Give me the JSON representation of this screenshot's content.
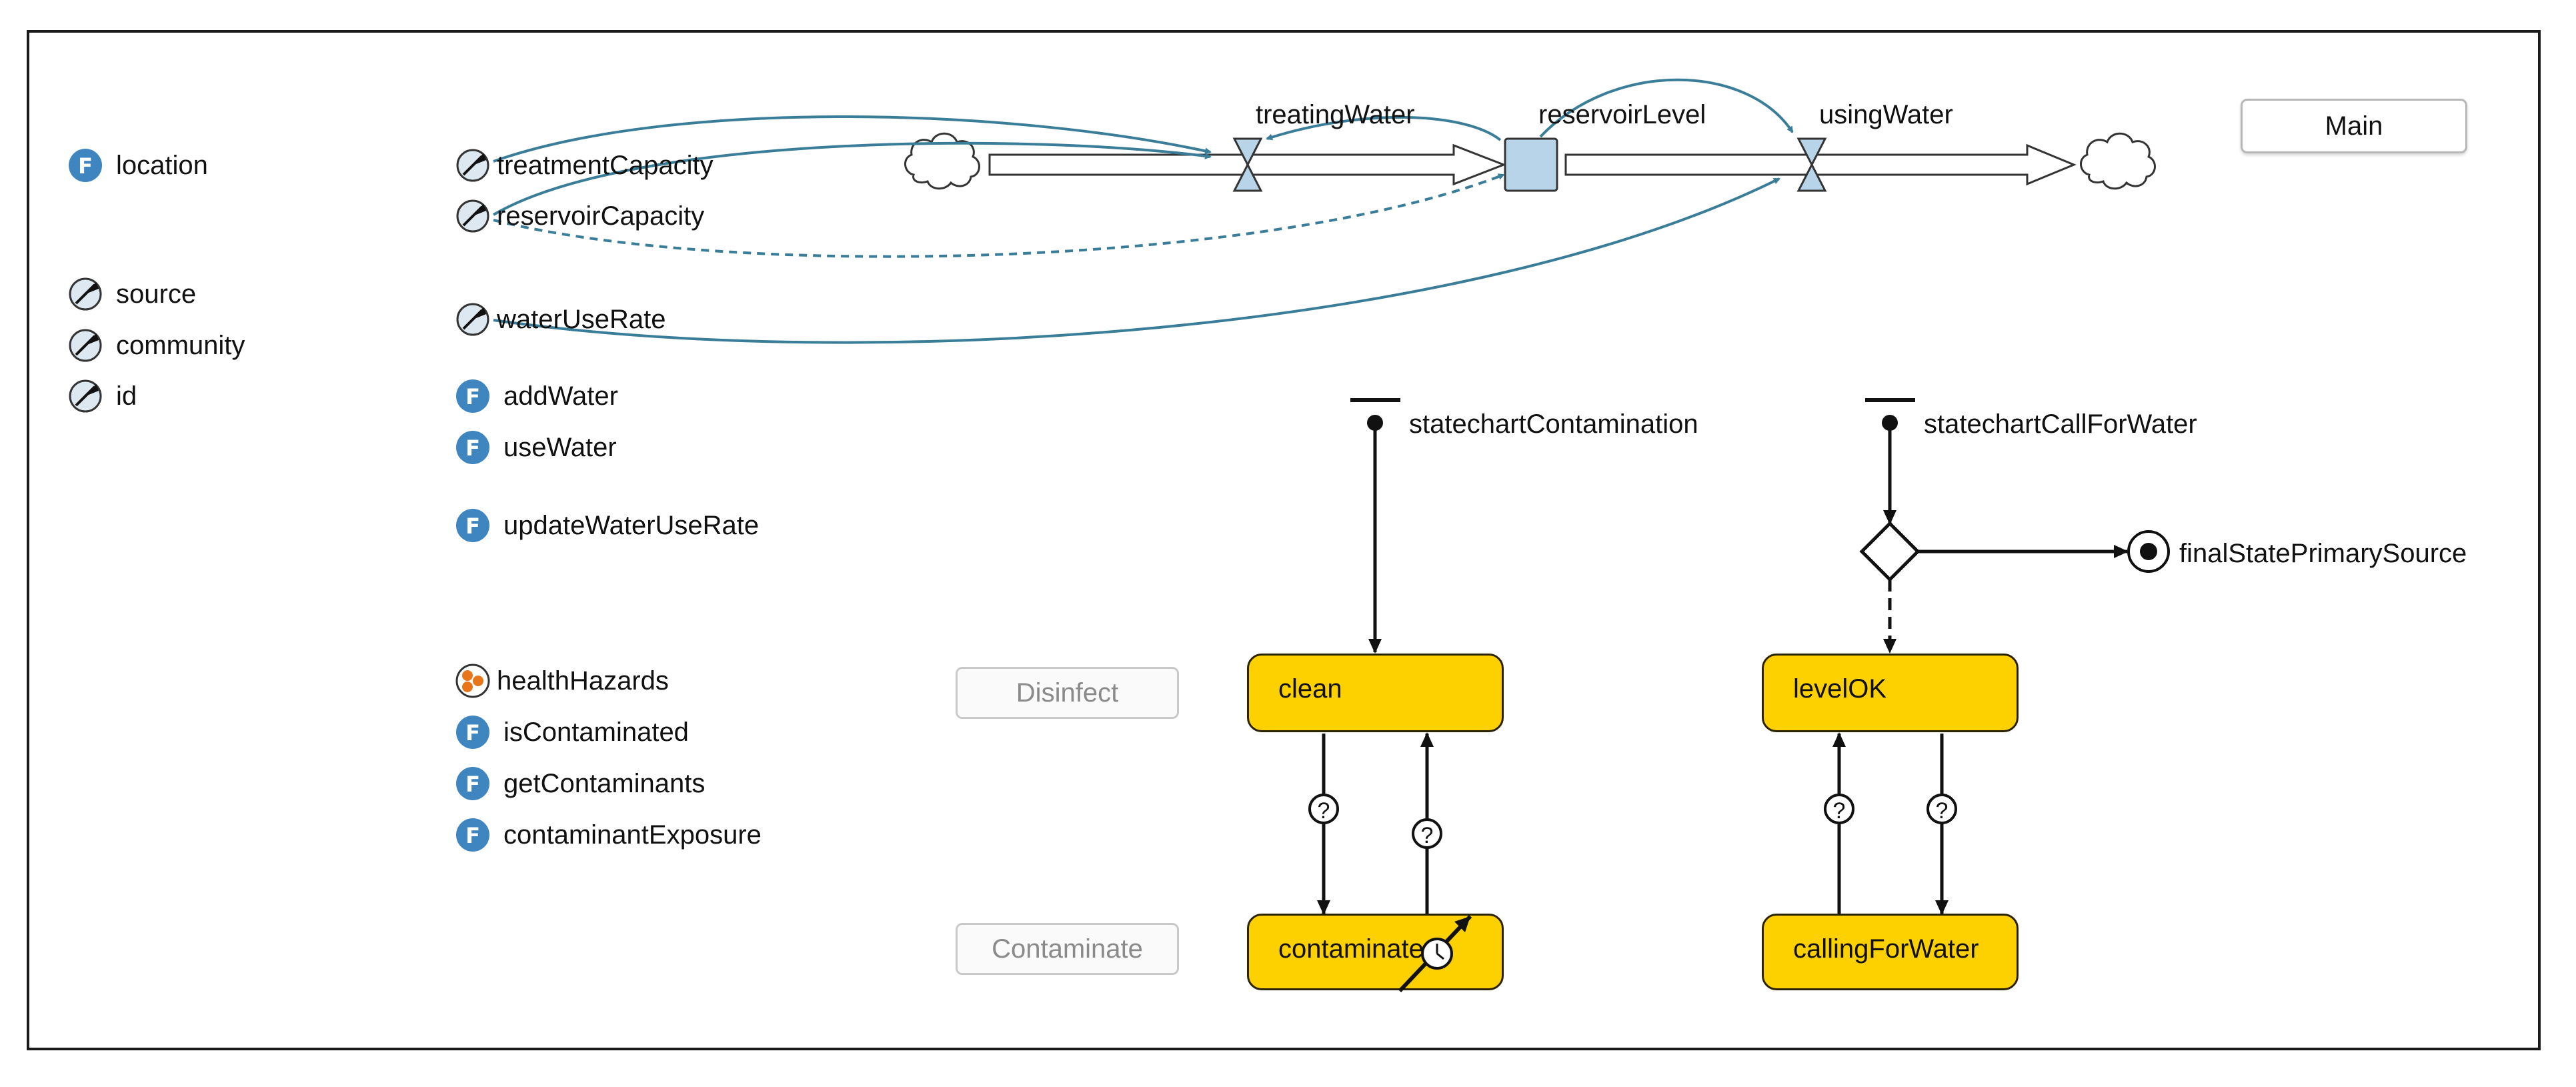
{
  "agent_items": {
    "location": "location",
    "source": "source",
    "community": "community",
    "id": "id",
    "treatmentCapacity": "treatmentCapacity",
    "reservoirCapacity": "reservoirCapacity",
    "waterUseRate": "waterUseRate",
    "addWater": "addWater",
    "useWater": "useWater",
    "updateWaterUseRate": "updateWaterUseRate",
    "healthHazards": "healthHazards",
    "isContaminated": "isContaminated",
    "getContaminants": "getContaminants",
    "contaminantExposure": "contaminantExposure"
  },
  "flows": {
    "treatingWater": "treatingWater",
    "reservoirLevel": "reservoirLevel",
    "usingWater": "usingWater"
  },
  "statecharts": {
    "contamination": {
      "name": "statechartContamination",
      "state_top": "clean",
      "state_bottom": "contaminated"
    },
    "callForWater": {
      "name": "statechartCallForWater",
      "state_top": "levelOK",
      "state_bottom": "callingForWater",
      "final_state": "finalStatePrimarySource"
    }
  },
  "buttons": {
    "main": "Main",
    "disinfect": "Disinfect",
    "contaminate": "Contaminate"
  },
  "colors": {
    "function_icon": "#3f86c0",
    "link_arrow": "#3a7d98",
    "state_fill": "#fdd000",
    "stock_fill": "#b8d4e8",
    "collection_icon": "#e8751a"
  }
}
